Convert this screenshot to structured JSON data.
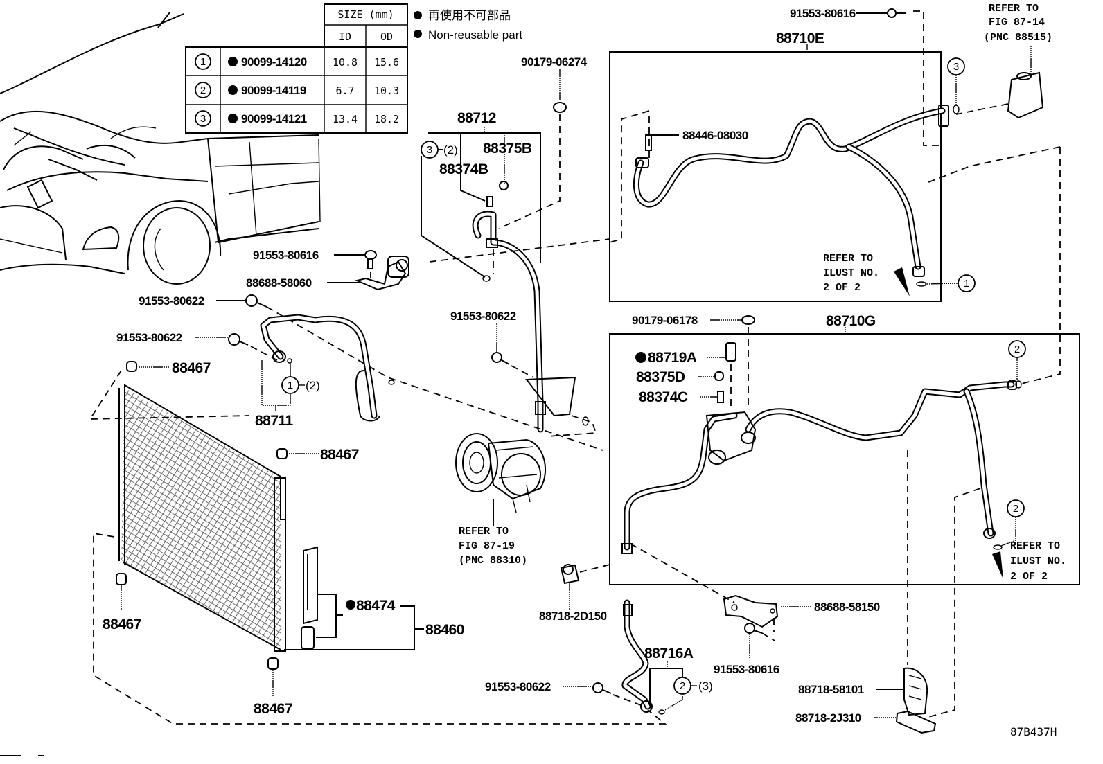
{
  "legend": {
    "jp_label": "再使用不可部品",
    "en_label": "Non-reusable part"
  },
  "oring_table": {
    "header_size": "SIZE (mm)",
    "header_id": "ID",
    "header_od": "OD",
    "rows": [
      {
        "ref": "1",
        "part": "90099-14120",
        "id": "10.8",
        "od": "15.6"
      },
      {
        "ref": "2",
        "part": "90099-14119",
        "id": "6.7",
        "od": "10.3"
      },
      {
        "ref": "3",
        "part": "90099-14121",
        "id": "13.4",
        "od": "18.2"
      }
    ]
  },
  "labels": {
    "p91553_80616_top": "91553-80616",
    "p88710E": "88710E",
    "refer_8714": [
      "REFER TO",
      "FIG 87-14",
      "(PNC 88515)"
    ],
    "p90179_06274": "90179-06274",
    "p88712": "88712",
    "p88375B": "88375B",
    "p88374B": "88374B",
    "p3_qty": "(2)",
    "p88446_08030": "88446-08030",
    "p91553_80616_mid": "91553-80616",
    "p88688_58060": "88688-58060",
    "p91553_80622_a": "91553-80622",
    "p91553_80622_b": "91553-80622",
    "p91553_80622_c": "91553-80622",
    "p88467_a": "88467",
    "p88467_b": "88467",
    "p88467_c": "88467",
    "p88467_d": "88467",
    "p88711": "88711",
    "p1_qty": "(2)",
    "refer_ilust_1": [
      "REFER TO",
      "ILUST NO.",
      "2 OF 2"
    ],
    "p90179_06178": "90179-06178",
    "p88710G": "88710G",
    "p88719A": "88719A",
    "p88375D": "88375D",
    "p88374C": "88374C",
    "refer_ilust_2": [
      "REFER TO",
      "ILUST NO.",
      "2 OF 2"
    ],
    "refer_8719": [
      "REFER TO",
      "FIG 87-19",
      "(PNC 88310)"
    ],
    "p88718_2D150": "88718-2D150",
    "p88688_58150": "88688-58150",
    "p91553_80616_low": "91553-80616",
    "p88474": "88474",
    "p88460": "88460",
    "p88716A": "88716A",
    "p2_qty": "(3)",
    "p88718_58101": "88718-58101",
    "p88718_2J310": "88718-2J310",
    "figure_code": "87B437H"
  },
  "callouts": {
    "c1": "1",
    "c2": "2",
    "c3": "3"
  }
}
